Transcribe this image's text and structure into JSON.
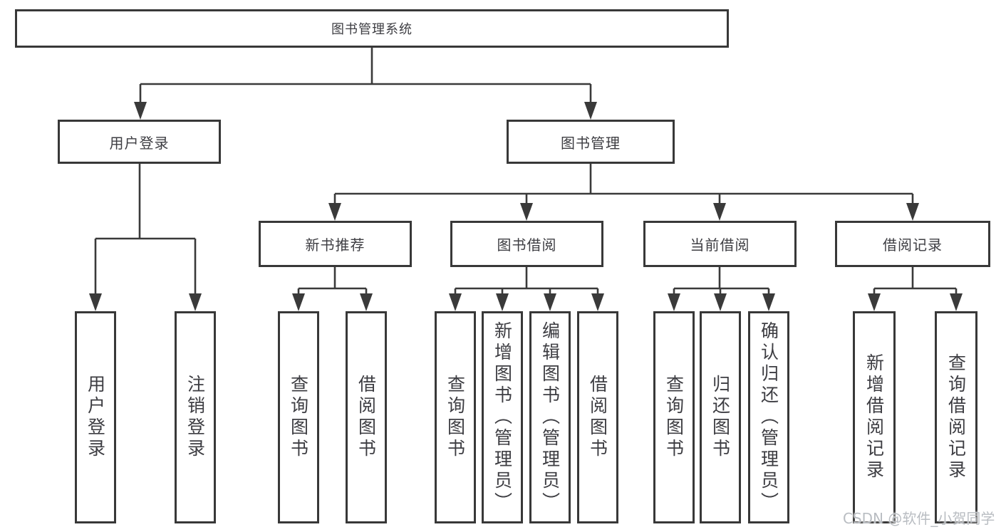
{
  "tree": {
    "root": {
      "label": "图书管理系统",
      "children": [
        {
          "label": "用户登录",
          "children": [
            {
              "label": "用户登录"
            },
            {
              "label": "注销登录"
            }
          ]
        },
        {
          "label": "图书管理",
          "children": [
            {
              "label": "新书推荐",
              "children": [
                {
                  "label": "查询图书"
                },
                {
                  "label": "借阅图书"
                }
              ]
            },
            {
              "label": "图书借阅",
              "children": [
                {
                  "label": "查询图书"
                },
                {
                  "label": "新增图书（管理员）"
                },
                {
                  "label": "编辑图书（管理员）"
                },
                {
                  "label": "借阅图书"
                }
              ]
            },
            {
              "label": "当前借阅",
              "children": [
                {
                  "label": "查询图书"
                },
                {
                  "label": "归还图书"
                },
                {
                  "label": "确认归还（管理员）"
                }
              ]
            },
            {
              "label": "借阅记录",
              "children": [
                {
                  "label": "新增借阅记录"
                },
                {
                  "label": "查询借阅记录"
                }
              ]
            }
          ]
        }
      ]
    }
  },
  "watermark": {
    "text": "CSDN @软件_小贺同学"
  },
  "colors": {
    "line": "#3a3a3a",
    "box_border": "#383838",
    "text": "#3d3d42",
    "watermark": "#b9bdc2",
    "background": "#ffffff"
  }
}
